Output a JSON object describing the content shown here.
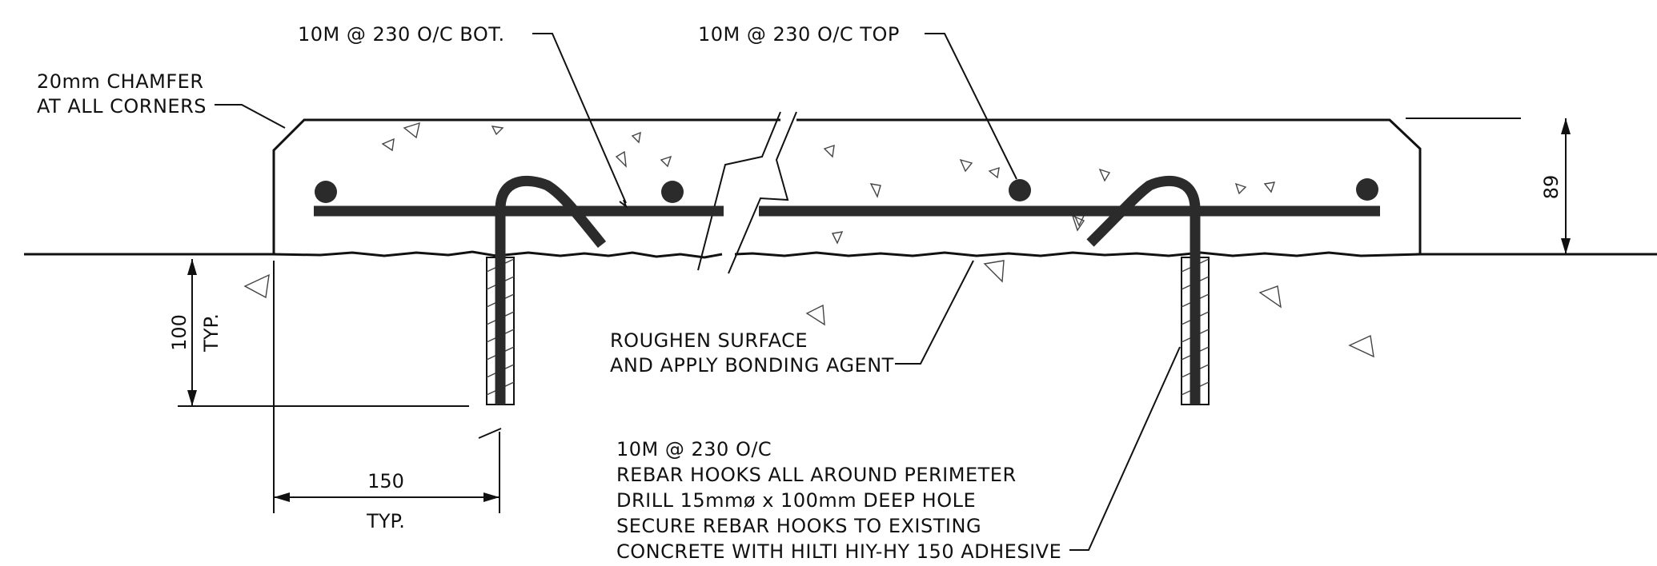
{
  "labels": {
    "bot": "10M @ 230 O/C BOT.",
    "top": "10M @ 230 O/C TOP",
    "chamfer": [
      "20mm CHAMFER",
      "AT ALL CORNERS"
    ],
    "roughen": [
      "ROUGHEN SURFACE",
      "AND APPLY BONDING AGENT"
    ],
    "hooks": [
      "10M @ 230 O/C",
      "REBAR HOOKS ALL AROUND PERIMETER",
      "DRILL 15mmø x 100mm DEEP HOLE",
      "SECURE REBAR HOOKS TO EXISTING",
      "CONCRETE WITH HILTI HIY-HY 150 ADHESIVE"
    ]
  },
  "dimensions": {
    "slab_thickness": "89",
    "embed_depth": "100",
    "embed_depth_note": "TYP.",
    "spacing": "150",
    "spacing_note": "TYP."
  },
  "colors": {
    "line": "#111111",
    "rebar": "#2b2b2b",
    "background": "#ffffff"
  }
}
